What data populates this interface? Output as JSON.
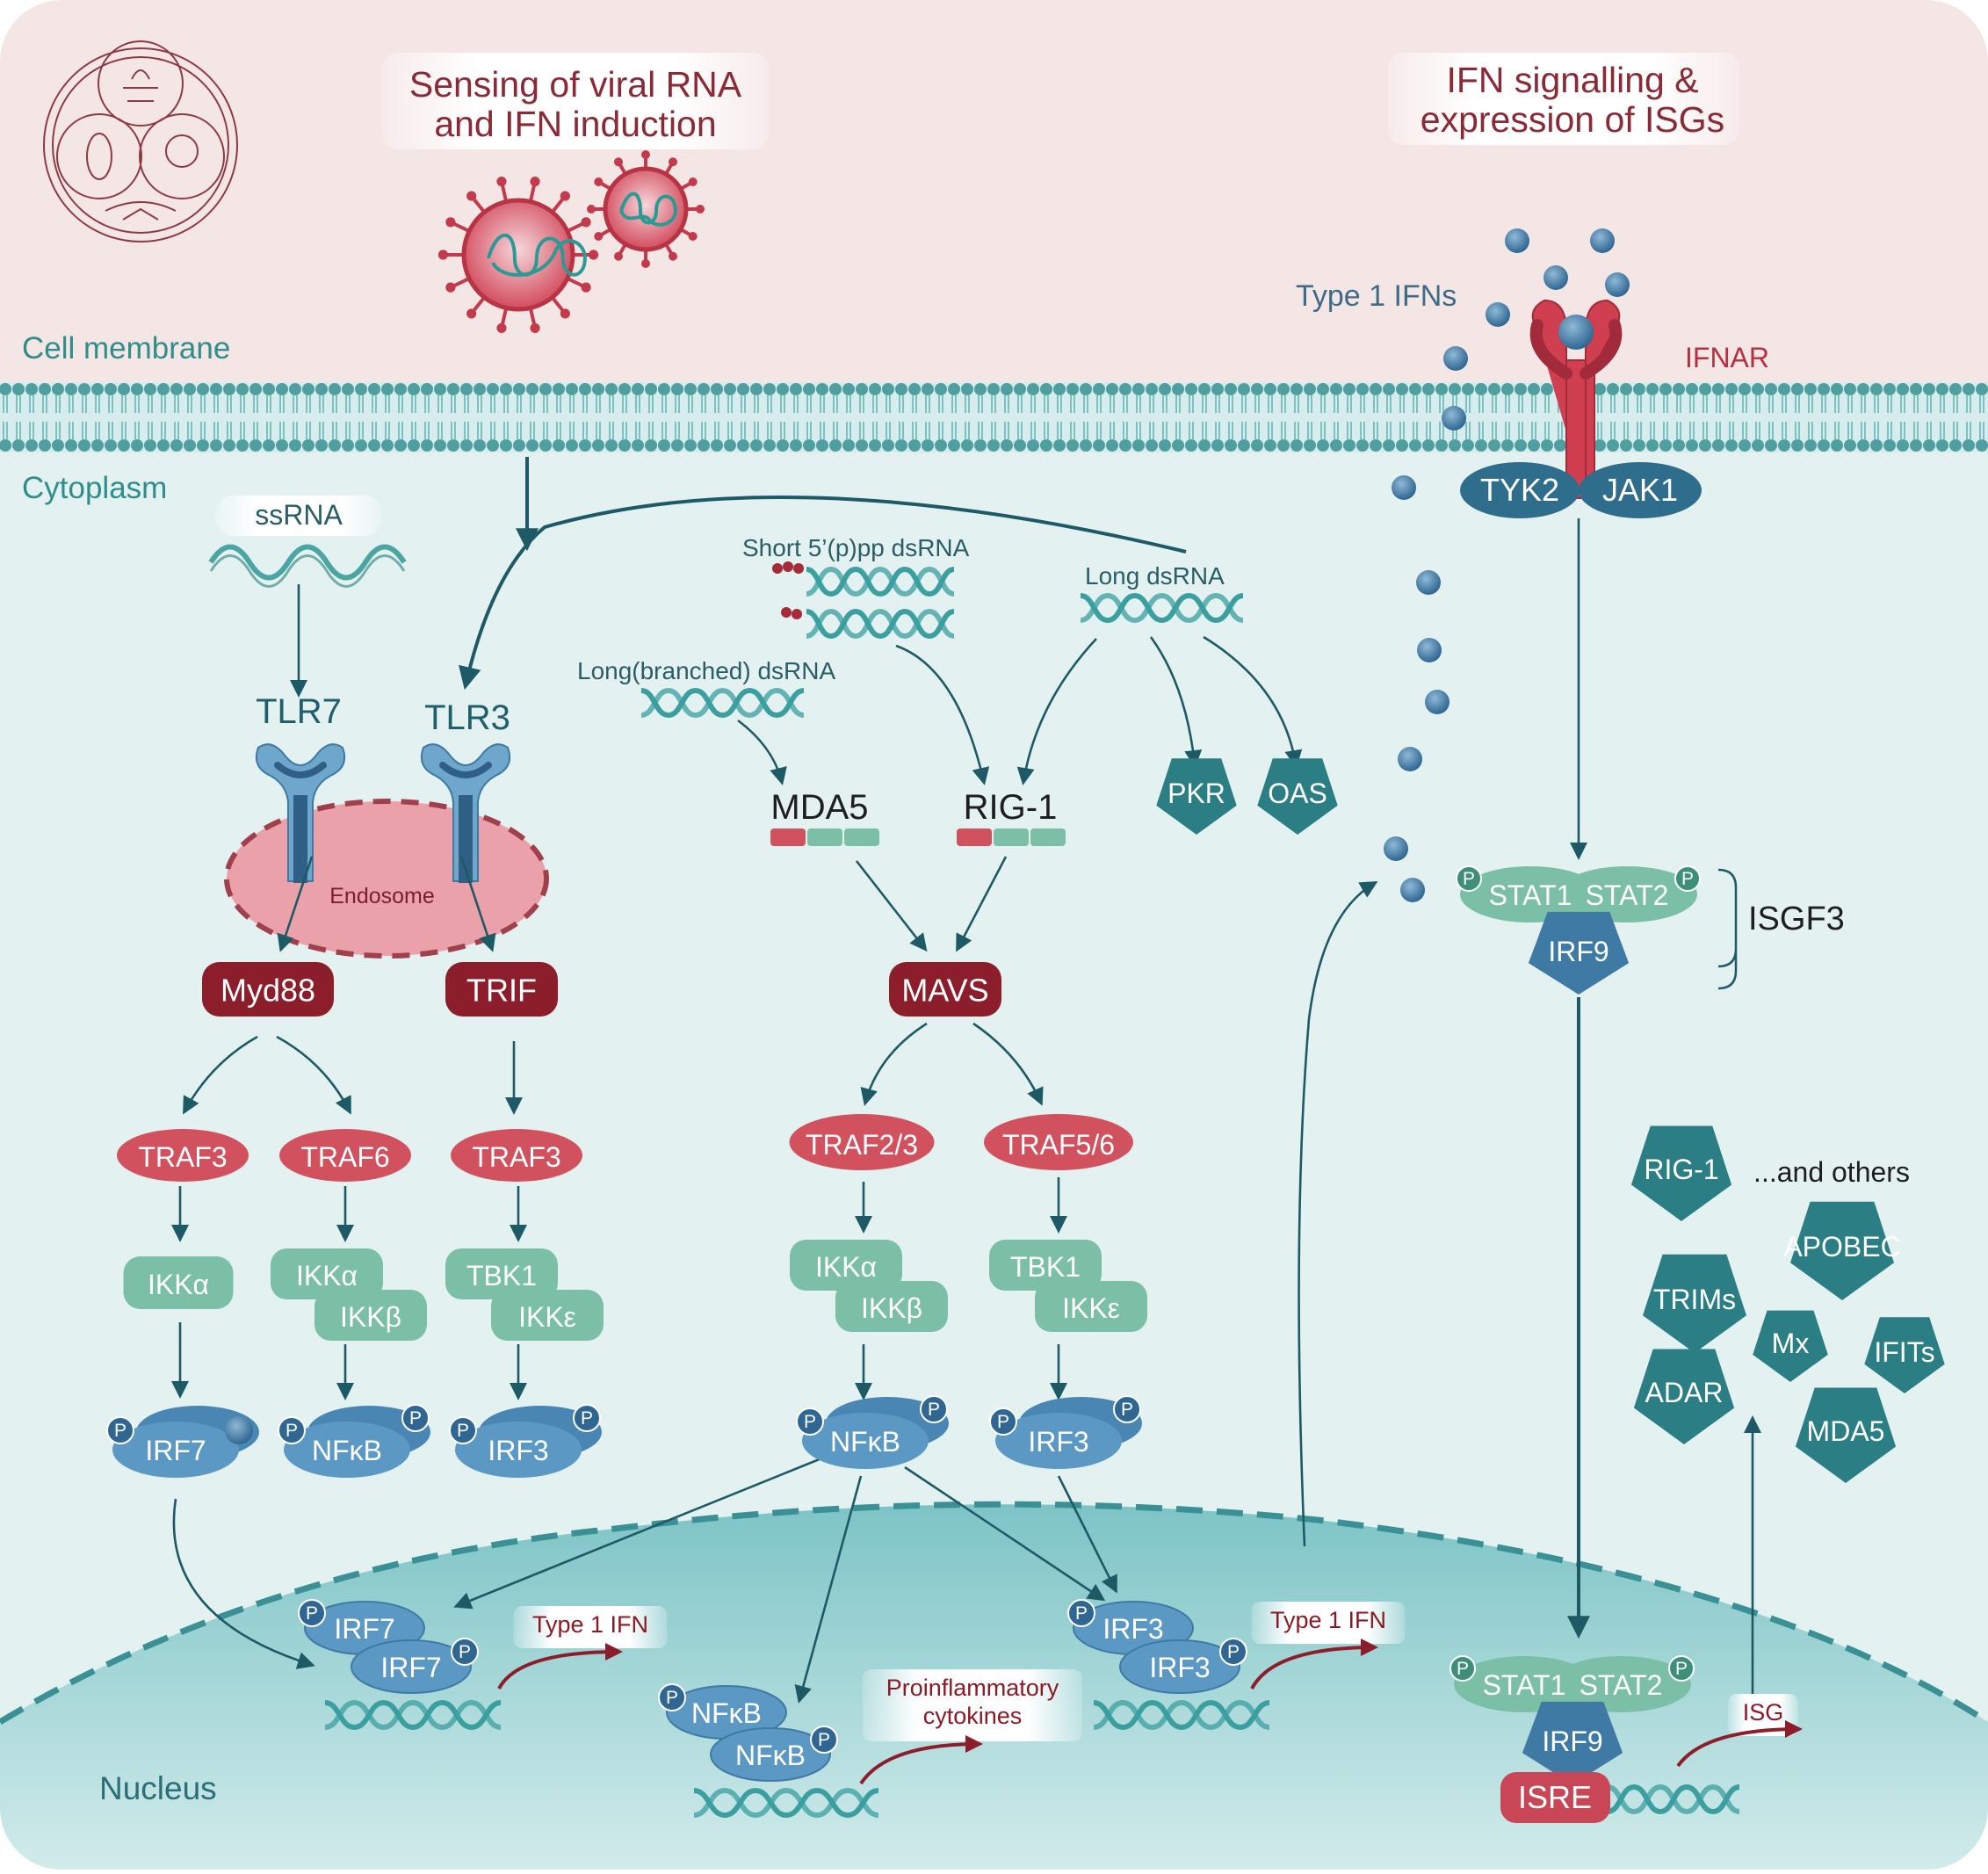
{
  "colors": {
    "extracellular": "#f5e6e6",
    "cytoplasm": "#e6f2f2",
    "nucleus": "#8ecacb",
    "membrane": "#4f9ea0",
    "adaptor": "#8c1d2b",
    "traf": "#d1515f",
    "kinase": "#7bbfa6",
    "irf": "#5b98c3",
    "isg": "#2b7e84",
    "arrow": "#1e5a66",
    "text_red": "#8a2a36"
  },
  "titles": {
    "left_line1": "Sensing of viral RNA",
    "left_line2": "and IFN induction",
    "right_line1": "IFN signalling &",
    "right_line2": "expression of ISGs"
  },
  "regions": {
    "membrane": "Cell membrane",
    "cytoplasm": "Cytoplasm",
    "nucleus": "Nucleus"
  },
  "ligands": {
    "ssrna": "ssRNA",
    "short_dsrna": "Short 5’(p)pp dsRNA",
    "long_dsrna": "Long dsRNA",
    "long_branched": "Long(branched) dsRNA",
    "type1_ifns": "Type 1 IFNs"
  },
  "receptors": {
    "tlr7": "TLR7",
    "tlr3": "TLR3",
    "endosome": "Endosome",
    "mda5": "MDA5",
    "rig1": "RIG-1",
    "pkr": "PKR",
    "oas": "OAS",
    "ifnar": "IFNAR",
    "tyk2": "TYK2",
    "jak1": "JAK1"
  },
  "adaptors": {
    "myd88": "Myd88",
    "trif": "TRIF",
    "mavs": "MAVS"
  },
  "trafs": {
    "traf3_a": "TRAF3",
    "traf6": "TRAF6",
    "traf3_b": "TRAF3",
    "traf23": "TRAF2/3",
    "traf56": "TRAF5/6"
  },
  "kinases": {
    "ikka": "IKKα",
    "ikkb": "IKKβ",
    "tbk1": "TBK1",
    "ikke": "IKKε"
  },
  "factors": {
    "irf7": "IRF7",
    "irf3": "IRF3",
    "nfkb": "NFκB",
    "p": "P"
  },
  "isgf3": {
    "stat1": "STAT1",
    "stat2": "STAT2",
    "irf9": "IRF9",
    "label": "ISGF3",
    "isre": "ISRE"
  },
  "outputs": {
    "type1_ifn": "Type 1 IFN",
    "proinflam_line1": "Proinflammatory",
    "proinflam_line2": "cytokines",
    "isg": "ISG"
  },
  "isgs": {
    "rig1": "RIG-1",
    "others": "...and others",
    "apobec": "APOBEC",
    "trims": "TRIMs",
    "mx": "Mx",
    "ifits": "IFITs",
    "adar": "ADAR",
    "mda5": "MDA5"
  }
}
